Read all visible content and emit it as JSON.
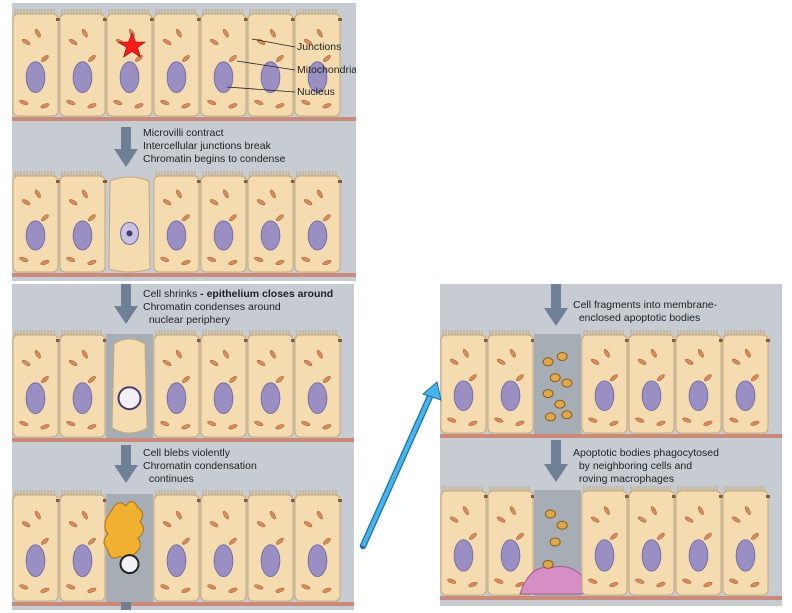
{
  "labels": {
    "junctions": "Junctions",
    "mitochondria": "Mitochondria",
    "nucleus": "Nucleus"
  },
  "steps": {
    "step1": [
      "Microvilli contract",
      "Intercellular junctions break",
      "Chromatin begins to condense"
    ],
    "step2_line1_a": "Cell shrinks",
    "step2_line1_b": " - epithelium closes around",
    "step2_rest": [
      "Chromatin condenses around",
      "  nuclear periphery"
    ],
    "step3": [
      "Cell blebs violently",
      "Chromatin condensation",
      "  continues"
    ],
    "step4": [
      "Cell fragments into membrane-",
      "  enclosed apoptotic bodies"
    ],
    "step5": [
      "Apoptotic bodies phagocytosed",
      "  by neighboring cells and",
      "  roving macrophages"
    ]
  },
  "colors": {
    "cell_fill": "#f4dcb0",
    "cell_stroke": "#c9a772",
    "nucleus": "#9a8fc2",
    "mitochondria": "#d98c5a",
    "background": "#c7ccd2",
    "membrane": "#c98a7a",
    "arrow": "#6e7f96",
    "blue_arrow": "#3aa0d8",
    "star": "#ff1a1a",
    "bleb": "#f0b030",
    "macrophage": "#d68fc4"
  },
  "icons": {
    "marker": "red-star-icon",
    "step_arrow": "down-arrow-icon",
    "transition_arrow": "diagonal-arrow-icon"
  }
}
